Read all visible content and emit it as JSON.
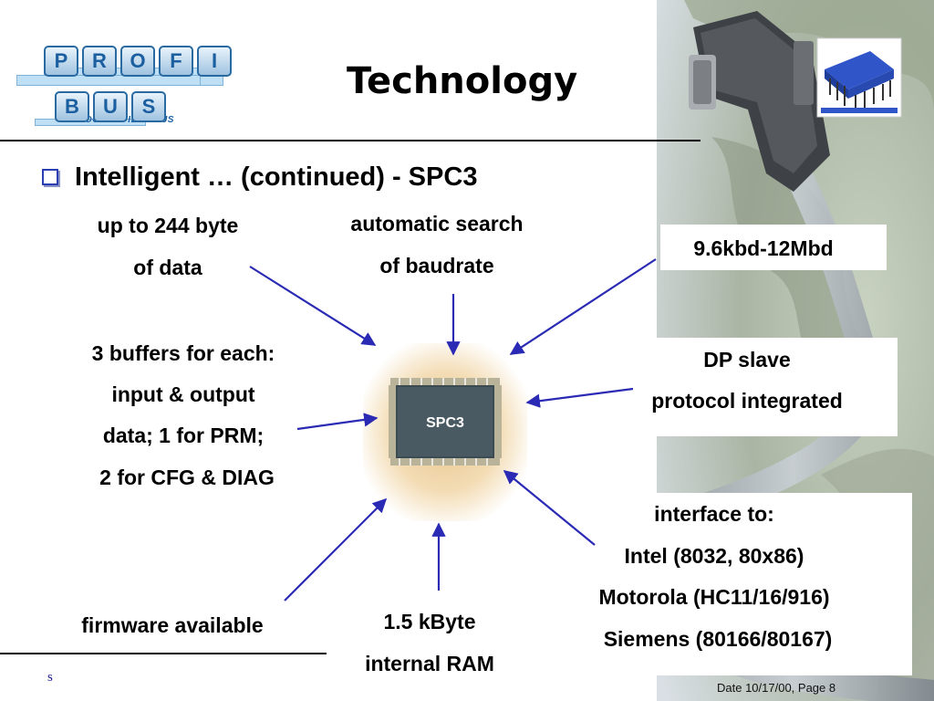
{
  "logo": {
    "top_letters": [
      "P",
      "R",
      "O",
      "F",
      "I"
    ],
    "bottom_letters": [
      "B",
      "U",
      "S"
    ],
    "subtitle": "PROCESS FIELD BUS"
  },
  "title": "Technology",
  "bullet": "Intelligent … (continued) - SPC3",
  "chip_label": "SPC3",
  "features": {
    "data_size": [
      "up to 244 byte",
      "of data"
    ],
    "baudrate_search": [
      "automatic search",
      "of baudrate"
    ],
    "speed": [
      "9.6kbd-12Mbd"
    ],
    "buffers": [
      "3 buffers for each:",
      "input & output",
      "data; 1 for PRM;",
      "2 for CFG & DIAG"
    ],
    "dp_slave": [
      "DP slave",
      "protocol integrated"
    ],
    "interface": [
      "interface to:",
      "Intel (8032, 80x86)",
      "Motorola (HC11/16/916)",
      "Siemens (80166/80167)"
    ],
    "firmware": [
      "firmware available"
    ],
    "ram": [
      "1.5 kByte",
      "internal RAM"
    ]
  },
  "footer": {
    "left": "s",
    "right": "Date 10/17/00,  Page 8"
  },
  "colors": {
    "arrow": "#2a2ab5",
    "logo_blue": "#1b5fa0",
    "bullet": "#2b3fb3"
  }
}
